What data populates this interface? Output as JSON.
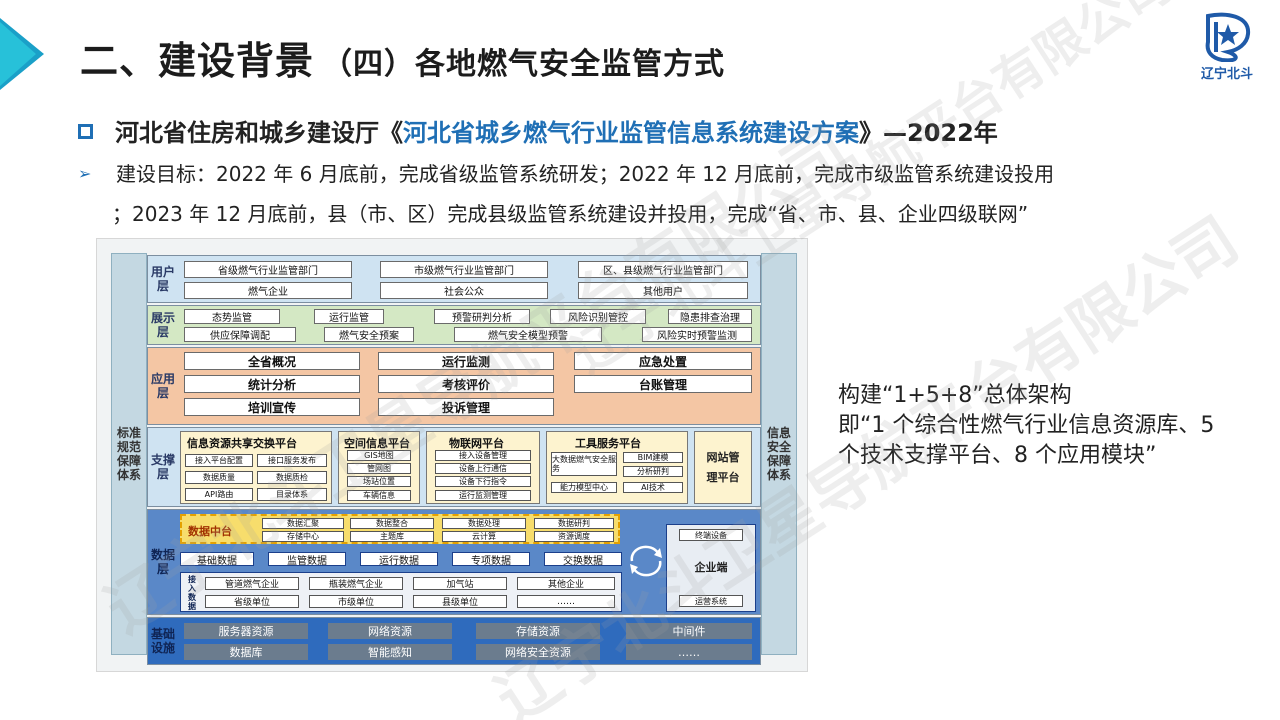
{
  "header": {
    "title_main": "二、建设背景",
    "title_sub": "（四）各地燃气安全监管方式",
    "logo_text": "辽宁北斗"
  },
  "watermark": "辽宁北斗卫星导航平台有限公司",
  "bullet1": {
    "prefix": "河北省住房和城乡建设厅《",
    "highlight": "河北省城乡燃气行业监管信息系统建设方案",
    "suffix": "》—2022年"
  },
  "bullet2": {
    "line1": "建设目标：2022 年 6 月底前，完成省级监管系统研发；2022 年 12 月底前，完成市级监管系统建设投用",
    "line2": "；2023 年 12 月底前，县（市、区）完成县级监管系统建设并投用，完成“省、市、县、企业四级联网”"
  },
  "caption": {
    "line1": "构建“1+5+8”总体架构",
    "line2": "即“1 个综合性燃气行业信息资源库、5 个技术支撑平台、8 个应用模块”"
  },
  "diagram": {
    "left_side": "标准规范保障体系",
    "right_side": "信息安全保障体系",
    "user": {
      "name": "用户层",
      "items": [
        "省级燃气行业监管部门",
        "市级燃气行业监管部门",
        "区、县级燃气行业监管部门",
        "燃气企业",
        "社会公众",
        "其他用户"
      ]
    },
    "display": {
      "name": "展示层",
      "row1": [
        "态势监管",
        "运行监管",
        "预警研判分析",
        "风险识别管控",
        "隐患排查治理"
      ],
      "row2": [
        "供应保障调配",
        "燃气安全预案",
        "燃气安全模型预警",
        "风险实时预警监测"
      ]
    },
    "app": {
      "name": "应用层",
      "items": [
        "全省概况",
        "运行监测",
        "应急处置",
        "统计分析",
        "考核评价",
        "台账管理",
        "培训宣传",
        "投诉管理"
      ]
    },
    "support": {
      "name": "支撑层",
      "p1": {
        "title": "信息资源共享交换平台",
        "items": [
          "接入平台配置",
          "接口服务发布",
          "数据质量",
          "数据质检",
          "API路由",
          "目录体系"
        ]
      },
      "p2": {
        "title": "空间信息平台",
        "items": [
          "GIS地图",
          "管网图",
          "场站位置",
          "车辆信息"
        ]
      },
      "p3": {
        "title": "物联网平台",
        "items": [
          "接入设备管理",
          "设备上行通信",
          "设备下行指令",
          "运行监测管理"
        ]
      },
      "p4": {
        "title": "工具服务平台",
        "items": [
          "大数据燃气安全服务",
          "BIM建模",
          "分析研判",
          "能力模型中心",
          "AI技术"
        ]
      },
      "p5": {
        "title": "网站管理平台"
      }
    },
    "data": {
      "name": "数据层",
      "center_title": "数据中台",
      "center_items": [
        "数据汇聚",
        "数据整合",
        "数据处理",
        "数据研判",
        "存储中心",
        "主题库",
        "云计算",
        "资源调度"
      ],
      "row": [
        "基础数据",
        "监管数据",
        "运行数据",
        "专项数据",
        "交换数据"
      ],
      "access_title": "接入数据",
      "access": [
        "管道燃气企业",
        "瓶装燃气企业",
        "加气站",
        "其他企业",
        "省级单位",
        "市级单位",
        "县级单位",
        "……"
      ],
      "right": [
        "终端设备",
        "企业端",
        "运营系统"
      ]
    },
    "base": {
      "name": "基础设施",
      "items": [
        "服务器资源",
        "网络资源",
        "存储资源",
        "中间件",
        "数据库",
        "智能感知",
        "网络安全资源",
        "……"
      ]
    }
  }
}
